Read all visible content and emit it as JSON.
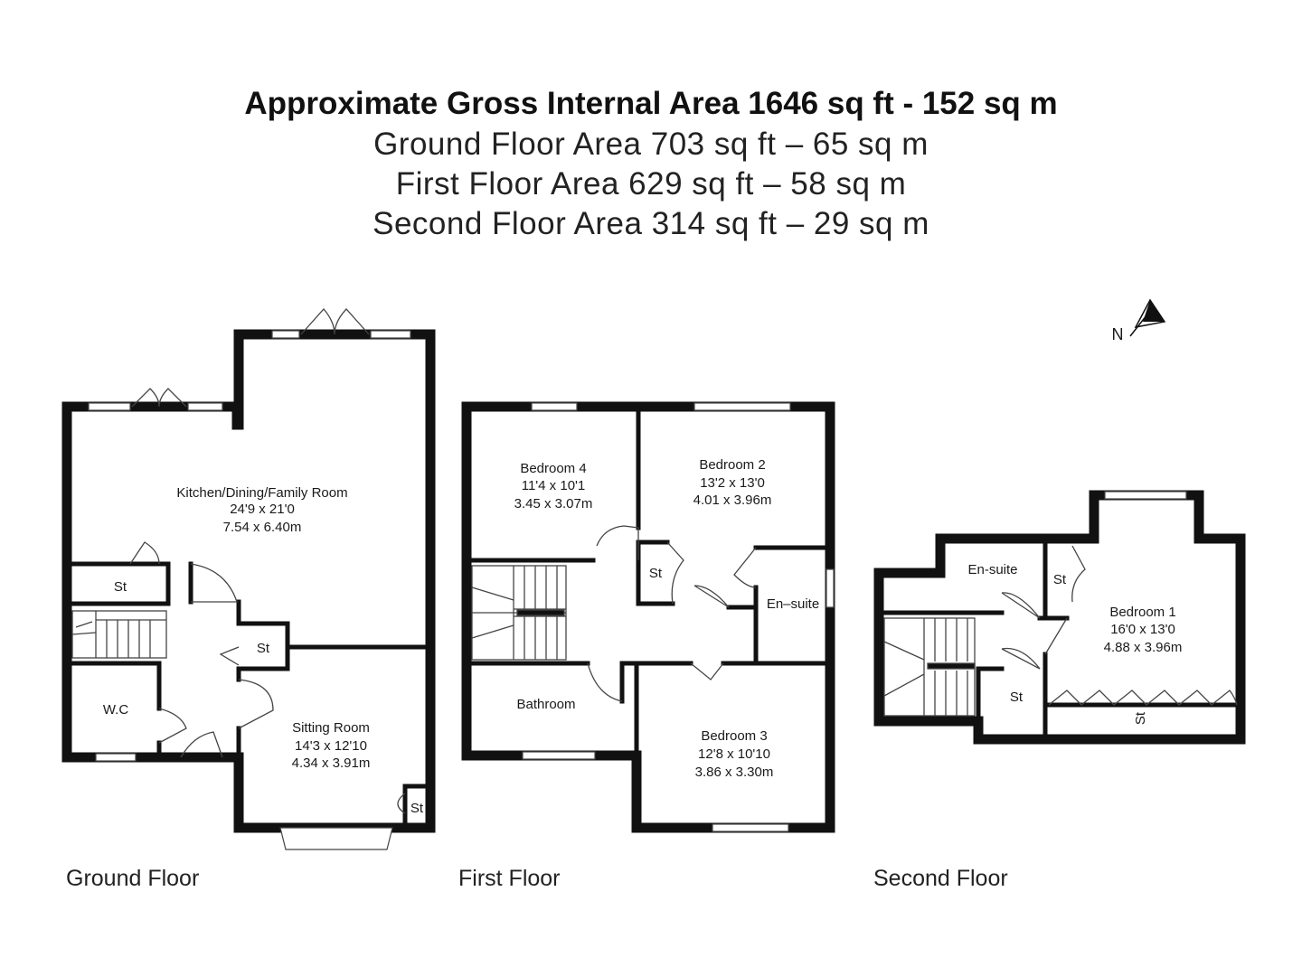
{
  "header": {
    "title": "Approximate Gross Internal Area 1646 sq ft - 152 sq m",
    "ground": "Ground Floor Area 703 sq ft – 65 sq m",
    "first": "First Floor Area 629 sq ft – 58 sq m",
    "second": "Second Floor Area 314 sq ft – 29 sq m"
  },
  "compass": {
    "label": "N"
  },
  "floors": {
    "ground": {
      "label": "Ground Floor",
      "kitchen": {
        "name": "Kitchen/Dining/Family Room",
        "imperial": "24'9 x 21'0",
        "metric": "7.54 x 6.40m"
      },
      "sitting": {
        "name": "Sitting Room",
        "imperial": "14'3 x 12'10",
        "metric": "4.34 x 3.91m"
      },
      "wc": "W.C",
      "store": "St"
    },
    "first": {
      "label": "First Floor",
      "bed4": {
        "name": "Bedroom 4",
        "imperial": "11'4 x 10'1",
        "metric": "3.45 x 3.07m"
      },
      "bed2": {
        "name": "Bedroom 2",
        "imperial": "13'2 x 13'0",
        "metric": "4.01 x 3.96m"
      },
      "bed3": {
        "name": "Bedroom 3",
        "imperial": "12'8 x 10'10",
        "metric": "3.86 x 3.30m"
      },
      "bathroom": "Bathroom",
      "ensuite": "En–suite",
      "store": "St"
    },
    "second": {
      "label": "Second Floor",
      "bed1": {
        "name": "Bedroom 1",
        "imperial": "16'0 x 13'0",
        "metric": "4.88 x 3.96m"
      },
      "ensuite": "En-suite",
      "store": "St"
    }
  },
  "colors": {
    "wall": "#111111",
    "window": "#ffffff",
    "line": "#444444"
  }
}
